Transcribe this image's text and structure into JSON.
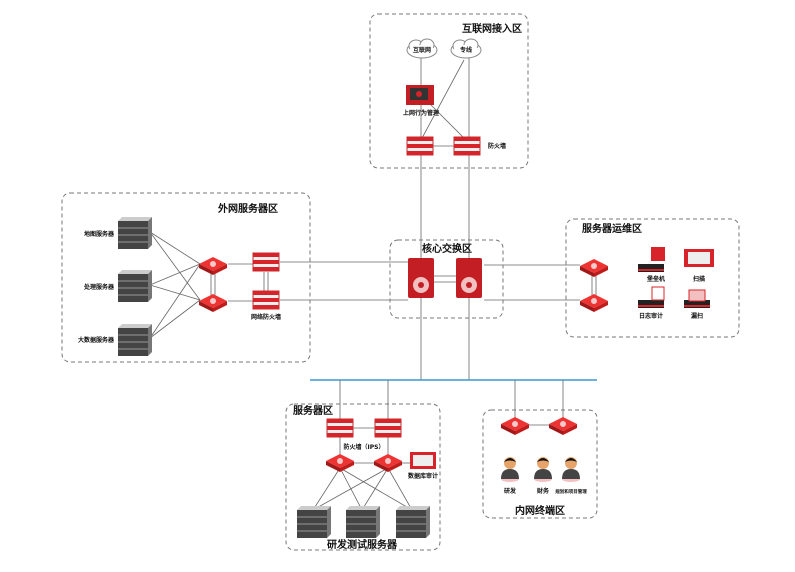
{
  "zones": {
    "internet": {
      "title": "互联网接入区",
      "cloud_internet": "互联网",
      "cloud_line": "专线",
      "behavior": "上网行为管理",
      "firewall": "防火墙"
    },
    "outer": {
      "title": "外网服务器区",
      "servers": [
        "地图服务器",
        "处理服务器",
        "大数据服务器"
      ],
      "firewall": "网络防火墙"
    },
    "core": {
      "title": "核心交换区"
    },
    "ops": {
      "title": "服务器运维区",
      "devices": [
        "堡垒机",
        "扫描",
        "日志审计",
        "漏扫"
      ]
    },
    "server": {
      "title": "服务器区",
      "firewall": "防火墙（IPS）",
      "audit": "数据库审计",
      "bottom_title": "研发测试服务器"
    },
    "intranet": {
      "title": "内网终端区",
      "users": [
        "研发",
        "财务",
        "规划和项目管理"
      ]
    }
  },
  "colors": {
    "device_red": "#d8232a",
    "backbone": "#3a9ad0",
    "zone_border": "#777777"
  }
}
